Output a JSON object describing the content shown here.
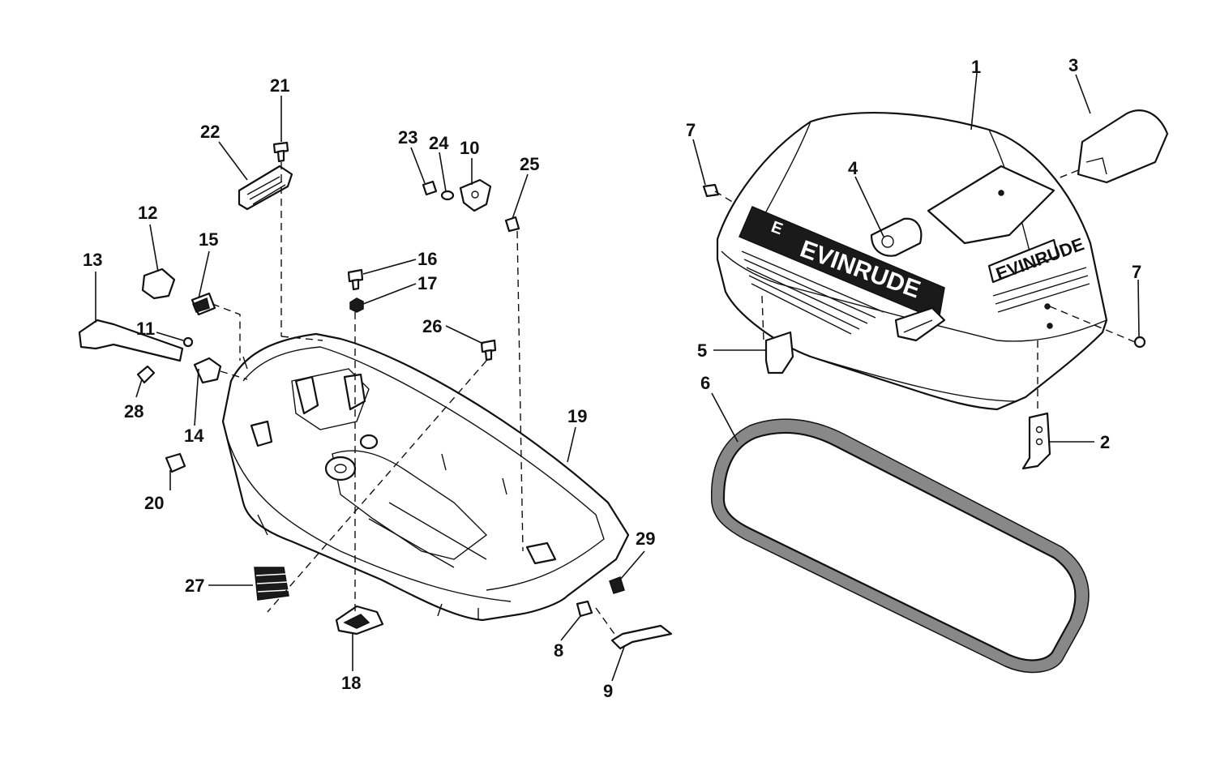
{
  "diagram": {
    "brand_text": "EVINRUDE",
    "brand_text_small": "EVINRUDE",
    "brand_logo": "E",
    "callouts": [
      "1",
      "2",
      "3",
      "4",
      "5",
      "6",
      "7",
      "7",
      "8",
      "9",
      "10",
      "11",
      "12",
      "13",
      "14",
      "15",
      "16",
      "17",
      "18",
      "19",
      "20",
      "21",
      "22",
      "23",
      "24",
      "25",
      "26",
      "27",
      "28",
      "29"
    ]
  }
}
